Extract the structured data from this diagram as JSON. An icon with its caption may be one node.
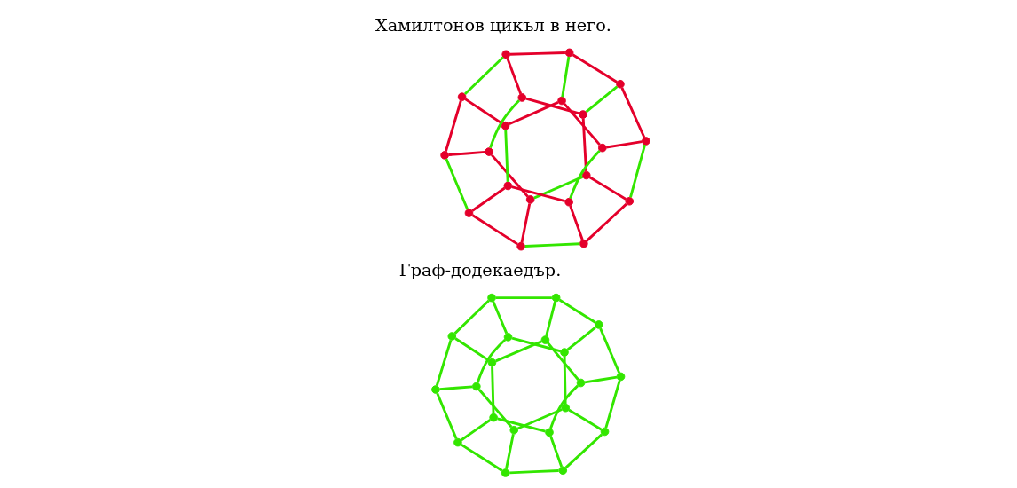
{
  "diagram": {
    "nodes": [
      {
        "text": [],
        "shape": "circle"
      },
      {
        "text": [],
        "shape": "circle"
      },
      {
        "text": [],
        "shape": "circle"
      },
      {
        "text": [],
        "shape": "circle"
      },
      {
        "text": [],
        "shape": "circle"
      },
      {
        "text": [],
        "shape": "circle"
      },
      {
        "text": [],
        "shape": "circle"
      },
      {
        "text": [],
        "shape": "circle"
      },
      {
        "text": [],
        "shape": "circle"
      },
      {
        "text": [],
        "shape": "circle"
      },
      {
        "text": [],
        "shape": "circle"
      },
      {
        "text": [],
        "shape": "circle"
      },
      {
        "text": [],
        "shape": "circle"
      },
      {
        "text": [],
        "shape": "circle"
      },
      {
        "text": [],
        "shape": "circle"
      },
      {
        "text": [],
        "shape": "circle"
      },
      {
        "text": [],
        "shape": "circle"
      },
      {
        "text": [],
        "shape": "circle"
      },
      {
        "text": [],
        "shape": "circle"
      },
      {
        "text": [],
        "shape": "circle"
      },
      {
        "text": [],
        "shape": "circle"
      },
      {
        "text": [],
        "shape": "circle"
      },
      {
        "text": [],
        "shape": "circle"
      },
      {
        "text": [],
        "shape": "circle"
      },
      {
        "text": [],
        "shape": "circle"
      },
      {
        "text": [],
        "shape": "circle"
      },
      {
        "text": [],
        "shape": "circle"
      },
      {
        "text": [],
        "shape": "circle"
      },
      {
        "text": [],
        "shape": "circle"
      },
      {
        "text": [],
        "shape": "circle"
      },
      {
        "text": [],
        "shape": "circle"
      },
      {
        "text": [],
        "shape": "circle"
      },
      {
        "text": [],
        "shape": "circle"
      },
      {
        "text": [],
        "shape": "circle"
      },
      {
        "text": [],
        "shape": "circle"
      },
      {
        "text": [],
        "shape": "circle"
      },
      {
        "text": [],
        "shape": "circle"
      },
      {
        "text": [],
        "shape": "circle"
      },
      {
        "text": [],
        "shape": "circle"
      },
      {
        "text": [],
        "shape": "circle"
      }
    ],
    "edges": [
      {
        "from": 0,
        "to": 1,
        "arrow": "none"
      },
      {
        "from": 1,
        "to": 17,
        "arrow": "none"
      },
      {
        "from": 17,
        "to": 19,
        "arrow": "none"
      },
      {
        "from": 19,
        "to": 16,
        "arrow": "none"
      },
      {
        "from": 16,
        "to": 0,
        "arrow": "none"
      },
      {
        "from": 0,
        "to": 2,
        "arrow": "none"
      },
      {
        "from": 1,
        "to": 3,
        "arrow": "none"
      },
      {
        "from": 17,
        "to": 13,
        "arrow": "none"
      },
      {
        "from": 19,
        "to": 18,
        "arrow": "none"
      },
      {
        "from": 16,
        "to": 12,
        "arrow": "none"
      },
      {
        "from": 2,
        "to": 4,
        "arrow": "none"
      },
      {
        "from": 4,
        "to": 3,
        "arrow": "none"
      },
      {
        "from": 3,
        "to": 7,
        "arrow": "none"
      },
      {
        "from": 7,
        "to": 13,
        "arrow": "none"
      },
      {
        "from": 13,
        "to": 15,
        "arrow": "none"
      },
      {
        "from": 15,
        "to": 18,
        "arrow": "none"
      },
      {
        "from": 18,
        "to": 14,
        "arrow": "none"
      },
      {
        "from": 14,
        "to": 12,
        "arrow": "none"
      },
      {
        "from": 12,
        "to": 6,
        "arrow": "none"
      },
      {
        "from": 6,
        "to": 2,
        "arrow": "none"
      },
      {
        "from": 4,
        "to": 5,
        "arrow": "none"
      },
      {
        "from": 7,
        "to": 9,
        "arrow": "none"
      },
      {
        "from": 15,
        "to": 11,
        "arrow": "none"
      },
      {
        "from": 14,
        "to": 10,
        "arrow": "none"
      },
      {
        "from": 6,
        "to": 8,
        "arrow": "none"
      },
      {
        "from": 5,
        "to": 9,
        "arrow": "none"
      },
      {
        "from": 9,
        "to": 11,
        "arrow": "none"
      },
      {
        "from": 11,
        "to": 10,
        "arrow": "none"
      },
      {
        "from": 10,
        "to": 8,
        "arrow": "none"
      },
      {
        "from": 8,
        "to": 5,
        "arrow": "none"
      },
      {
        "from": 20,
        "to": 21,
        "arrow": "none"
      },
      {
        "from": 21,
        "to": 37,
        "arrow": "none",
        "color": "#e4002b"
      },
      {
        "from": 37,
        "to": 39,
        "arrow": "none",
        "color": "#e4002b"
      },
      {
        "from": 39,
        "to": 36,
        "arrow": "none",
        "color": "#e4002b"
      },
      {
        "from": 36,
        "to": 20,
        "arrow": "none",
        "color": "#e4002b"
      },
      {
        "from": 20,
        "to": 22,
        "arrow": "none",
        "color": "#e4002b"
      },
      {
        "from": 21,
        "to": 23,
        "arrow": "none",
        "color": "#e4002b"
      },
      {
        "from": 37,
        "to": 33,
        "arrow": "none"
      },
      {
        "from": 39,
        "to": 38,
        "arrow": "none"
      },
      {
        "from": 36,
        "to": 32,
        "arrow": "none"
      },
      {
        "from": 22,
        "to": 24,
        "arrow": "none",
        "color": "#e4002b"
      },
      {
        "from": 24,
        "to": 23,
        "arrow": "none"
      },
      {
        "from": 23,
        "to": 27,
        "arrow": "none",
        "color": "#e4002b"
      },
      {
        "from": 27,
        "to": 33,
        "arrow": "none",
        "color": "#e4002b"
      },
      {
        "from": 33,
        "to": 35,
        "arrow": "none",
        "color": "#e4002b"
      },
      {
        "from": 35,
        "to": 38,
        "arrow": "none",
        "color": "#e4002b"
      },
      {
        "from": 38,
        "to": 34,
        "arrow": "none",
        "color": "#e4002b"
      },
      {
        "from": 34,
        "to": 32,
        "arrow": "none",
        "color": "#e4002b"
      },
      {
        "from": 32,
        "to": 26,
        "arrow": "none",
        "color": "#e4002b"
      },
      {
        "from": 26,
        "to": 22,
        "arrow": "none"
      },
      {
        "from": 24,
        "to": 25,
        "arrow": "none",
        "color": "#e4002b"
      },
      {
        "from": 27,
        "to": 29,
        "arrow": "none"
      },
      {
        "from": 35,
        "to": 31,
        "arrow": "none"
      },
      {
        "from": 34,
        "to": 30,
        "arrow": "none"
      },
      {
        "from": 26,
        "to": 28,
        "arrow": "none",
        "color": "#e4002b"
      },
      {
        "from": 25,
        "to": 29,
        "arrow": "none",
        "color": "#e4002b"
      },
      {
        "from": 29,
        "to": 31,
        "arrow": "none",
        "color": "#e4002b"
      },
      {
        "from": 31,
        "to": 30,
        "arrow": "none",
        "color": "#e4002b"
      },
      {
        "from": 30,
        "to": 28,
        "arrow": "none",
        "color": "#e4002b"
      },
      {
        "from": 28,
        "to": 25,
        "arrow": "none"
      }
    ],
    "labels": [
      "Граф-додекаедър.",
      "Хамилтонов цикъл в него."
    ]
  }
}
